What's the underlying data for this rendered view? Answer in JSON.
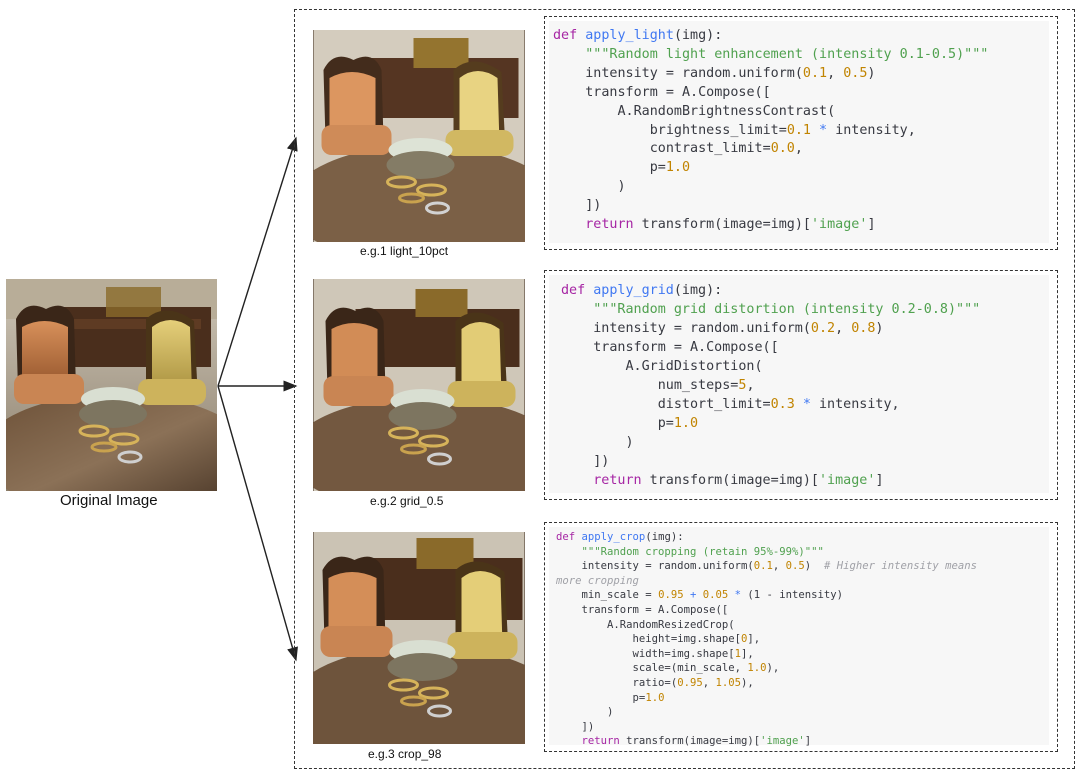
{
  "original": {
    "caption": "Original Image"
  },
  "examples": [
    {
      "caption": "e.g.1 light_10pct",
      "code": {
        "line1_def": "def",
        "line1_fn": "apply_light",
        "line1_rest": "(img):",
        "doc": "\"\"\"Random light enhancement (intensity 0.1-0.5)\"\"\"",
        "l3a": "intensity = random.uniform(",
        "l3n1": "0.1",
        "l3c": ", ",
        "l3n2": "0.5",
        "l3e": ")",
        "l4": "transform = A.Compose([",
        "l5": "A.RandomBrightnessContrast(",
        "l6a": "brightness_limit=",
        "l6n": "0.1",
        "l6o": " * ",
        "l6e": "intensity,",
        "l7a": "contrast_limit=",
        "l7n": "0.0",
        "l7e": ",",
        "l8a": "p=",
        "l8n": "1.0",
        "l9": ")",
        "l10": "])",
        "l11k": "return",
        "l11a": " transform(image=img)[",
        "l11s": "'image'",
        "l11e": "]"
      }
    },
    {
      "caption": "e.g.2 grid_0.5",
      "code": {
        "line1_def": "def",
        "line1_fn": "apply_grid",
        "line1_rest": "(img):",
        "doc": "\"\"\"Random grid distortion (intensity 0.2-0.8)\"\"\"",
        "l3a": "intensity = random.uniform(",
        "l3n1": "0.2",
        "l3c": ", ",
        "l3n2": "0.8",
        "l3e": ")",
        "l4": "transform = A.Compose([",
        "l5": "A.GridDistortion(",
        "l6a": "num_steps=",
        "l6n": "5",
        "l6e": ",",
        "l7a": "distort_limit=",
        "l7n": "0.3",
        "l7o": " * ",
        "l7e": "intensity,",
        "l8a": "p=",
        "l8n": "1.0",
        "l9": ")",
        "l10": "])",
        "l11k": "return",
        "l11a": " transform(image=img)[",
        "l11s": "'image'",
        "l11e": "]"
      }
    },
    {
      "caption": "e.g.3 crop_98",
      "code": {
        "line1_def": "def",
        "line1_fn": "apply_crop",
        "line1_rest": "(img):",
        "doc": "\"\"\"Random cropping (retain 95%-99%)\"\"\"",
        "l3a": "intensity = random.uniform(",
        "l3n1": "0.1",
        "l3c": ", ",
        "l3n2": "0.5",
        "l3e": ")",
        "l3cm1": "# Higher intensity means",
        "l3cm2": "more cropping",
        "l4a": "min_scale = ",
        "l4n1": "0.95",
        "l4o1": " + ",
        "l4n2": "0.05",
        "l4o2": " * ",
        "l4e": "(1 - intensity)",
        "l5": "transform = A.Compose([",
        "l6": "A.RandomResizedCrop(",
        "l7a": "height=img.shape[",
        "l7n": "0",
        "l7e": "],",
        "l8a": "width=img.shape[",
        "l8n": "1",
        "l8e": "],",
        "l9a": "scale=(min_scale, ",
        "l9n": "1.0",
        "l9e": "),",
        "l10a": "ratio=(",
        "l10n1": "0.95",
        "l10c": ", ",
        "l10n2": "1.05",
        "l10e": "),",
        "l11a": "p=",
        "l11n": "1.0",
        "l12": ")",
        "l13": "])",
        "l14k": "return",
        "l14a": " transform(image=img)[",
        "l14s": "'image'",
        "l14e": "]"
      }
    }
  ]
}
